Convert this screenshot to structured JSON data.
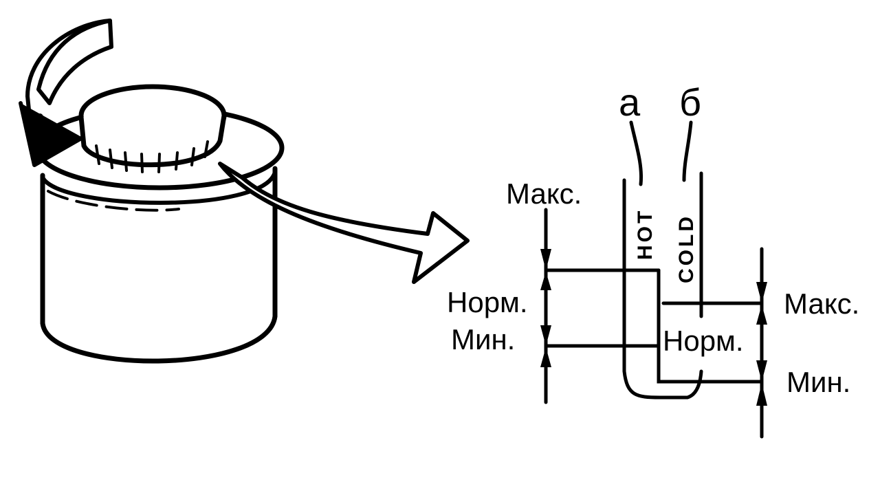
{
  "diagram": {
    "marker_a": "а",
    "marker_b": "б",
    "dipstick_hot_text": "HOT",
    "dipstick_cold_text": "COLD",
    "hot_scale": {
      "max": "Макс.",
      "norm": "Норм.",
      "min": "Мин."
    },
    "cold_scale": {
      "max": "Макс.",
      "norm": "Норм.",
      "min": "Мин."
    }
  }
}
